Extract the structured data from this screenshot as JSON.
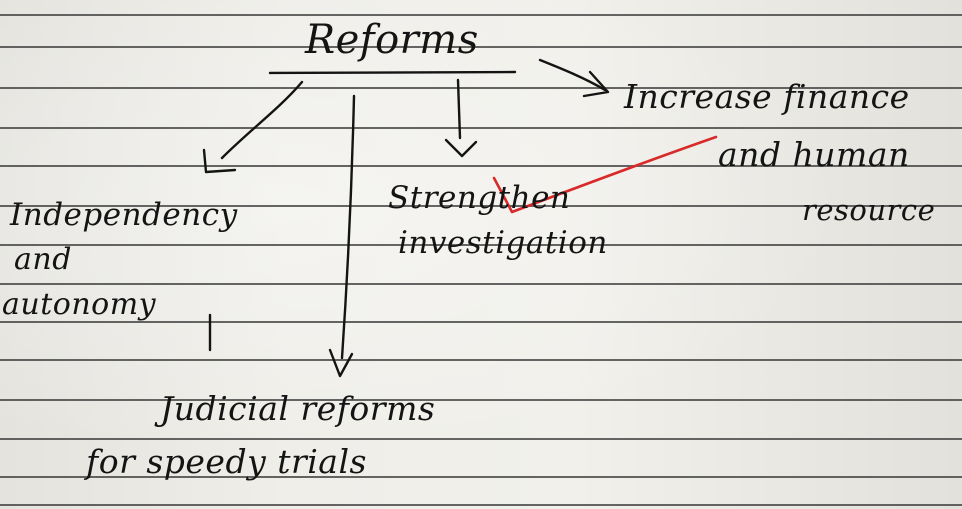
{
  "title": "Reforms",
  "branches": [
    {
      "lines": [
        "Independency",
        "and",
        "autonomy"
      ]
    },
    {
      "lines": [
        "Strengthen",
        "investigation"
      ]
    },
    {
      "lines": [
        "Increase finance",
        "and human",
        "resource"
      ]
    },
    {
      "lines": [
        "Judicial reforms",
        "for speedy trials"
      ]
    }
  ],
  "colors": {
    "ink": "#141414",
    "paper": "#ecebe6",
    "rule": "#3c3c3c",
    "teacher_mark": "#d82a2a"
  },
  "marks": {
    "teacher_tick_icon": "red-check-mark"
  }
}
